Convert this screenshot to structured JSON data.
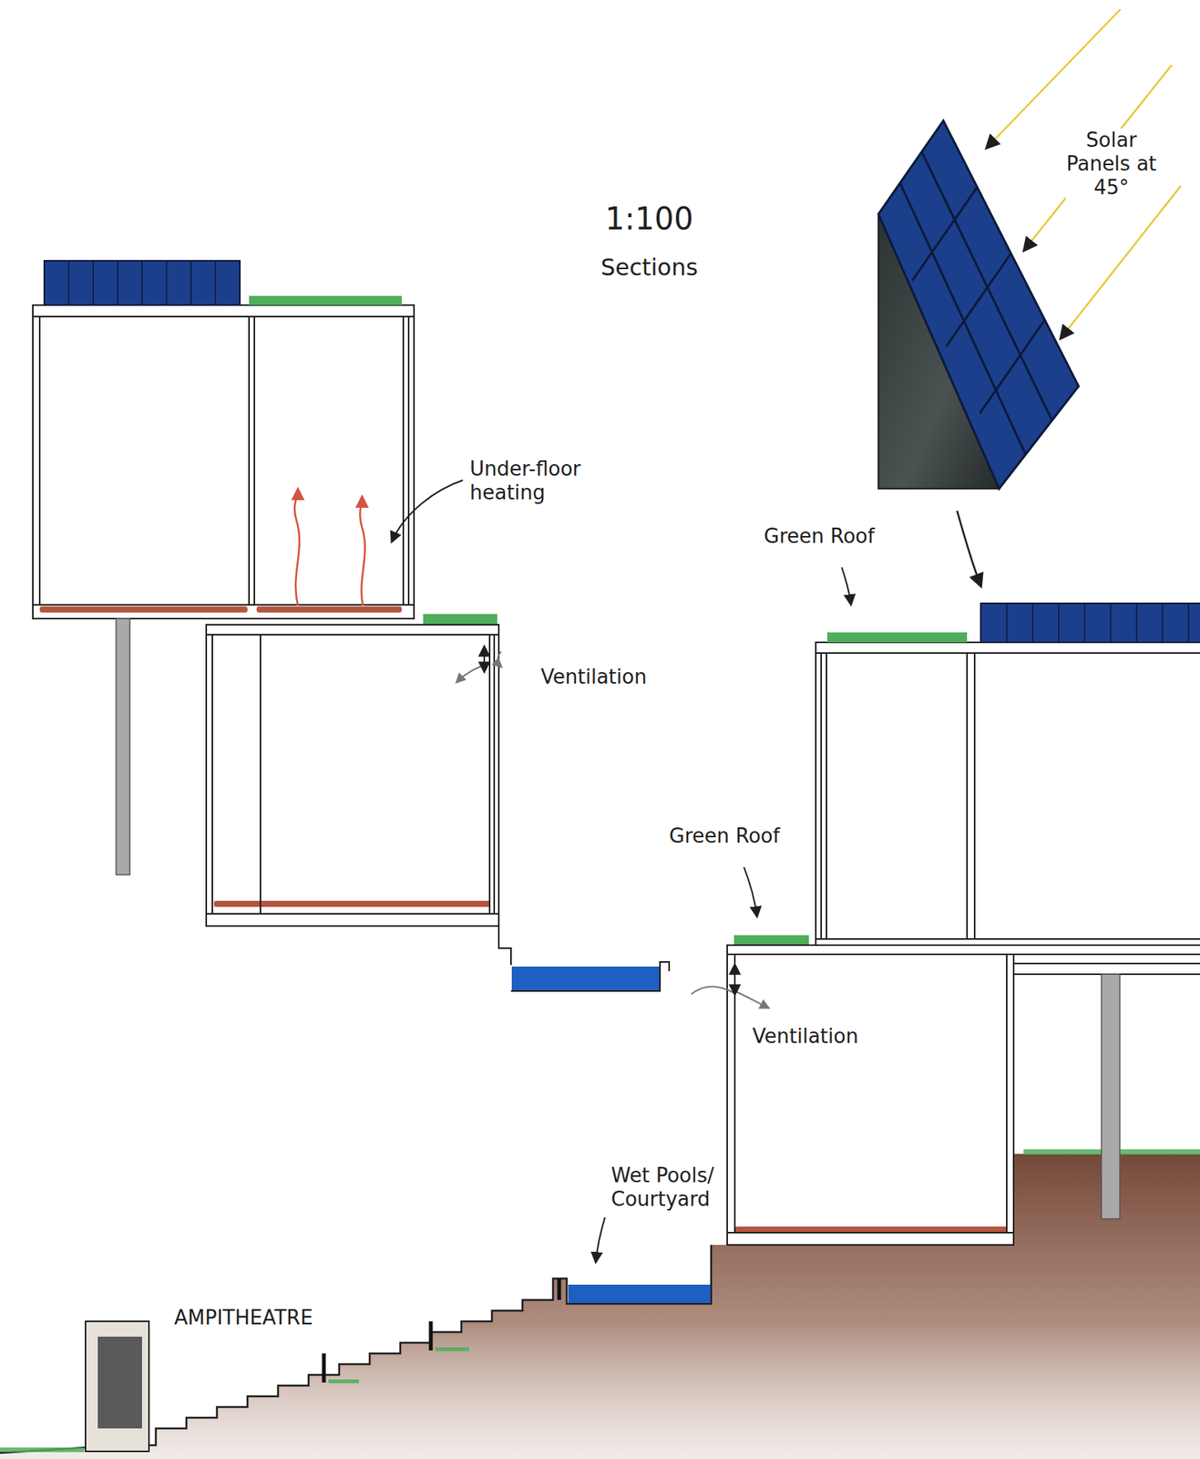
{
  "diagram": {
    "labels": [
      "1:100",
      "Sections",
      "Solar Panels at 45°",
      "Under-floor heating",
      "Ventilation",
      "Green Roof",
      "Green Roof",
      "Ventilation",
      "Wet Pools/ Courtyard",
      "AMPITHEATRE"
    ]
  }
}
